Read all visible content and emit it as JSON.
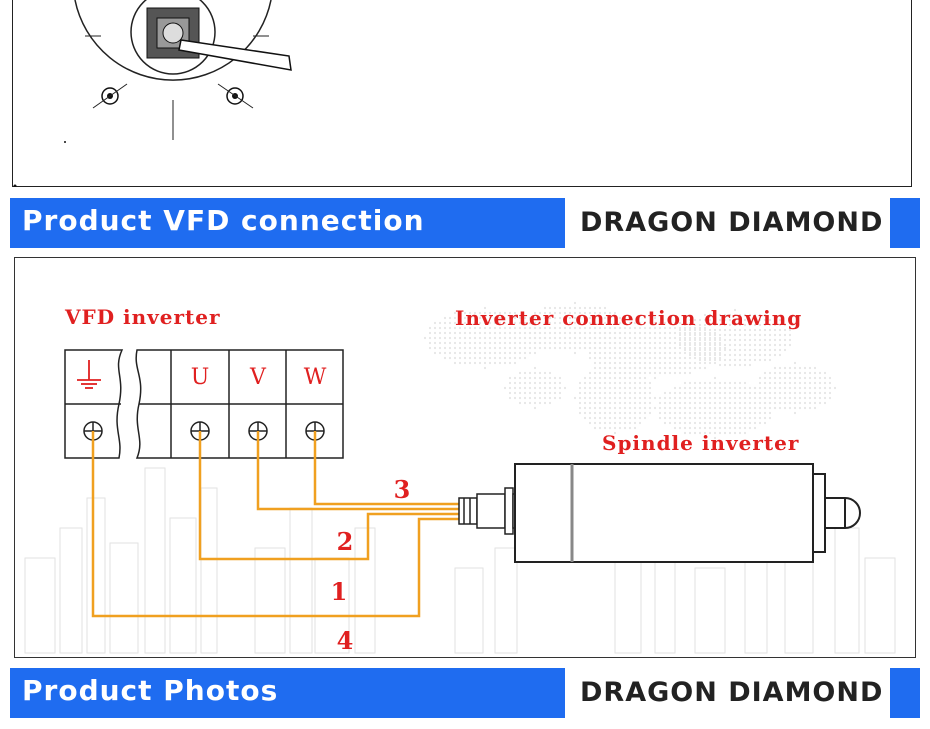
{
  "sections": {
    "vfd": {
      "title": "Product VFD connection",
      "brand": "DRAGON DIAMOND"
    },
    "photos": {
      "title": "Product Photos",
      "brand": "DRAGON DIAMOND"
    }
  },
  "diagram": {
    "vfd_label": "VFD inverter",
    "drawing_label": "Inverter connection drawing",
    "spindle_label": "Spindle inverter",
    "terminals": [
      "U",
      "V",
      "W"
    ],
    "ground_icon": "ground-symbol-icon",
    "wire_numbers": [
      "3",
      "2",
      "1",
      "4"
    ],
    "colors": {
      "wire": "#f0a020",
      "label_red": "#e02020",
      "banner_blue": "#1f6cf0"
    }
  }
}
